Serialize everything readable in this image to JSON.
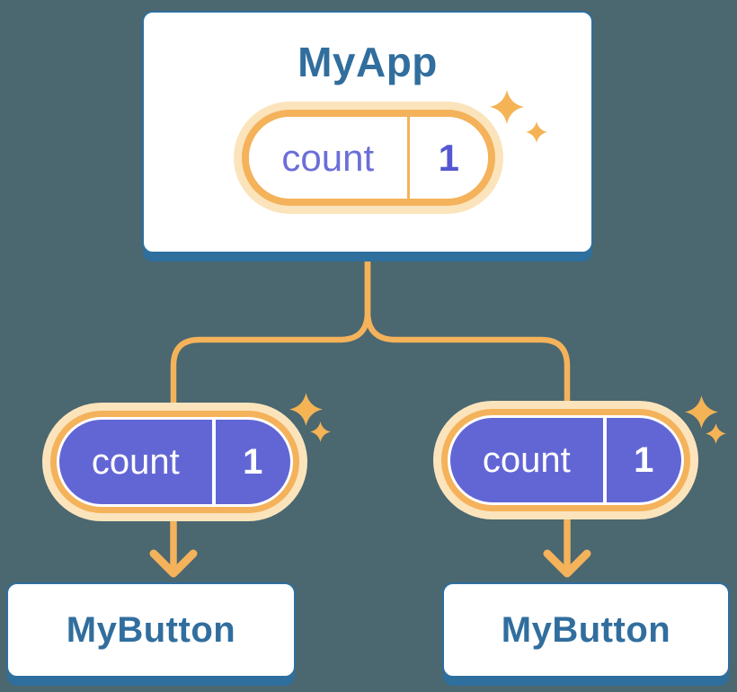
{
  "diagram": {
    "description": "React component tree: parent state passed down as props",
    "root": {
      "title": "MyApp",
      "state": {
        "name": "count",
        "value": "1"
      }
    },
    "children": [
      {
        "title": "MyButton",
        "prop": {
          "name": "count",
          "value": "1"
        }
      },
      {
        "title": "MyButton",
        "prop": {
          "name": "count",
          "value": "1"
        }
      }
    ]
  },
  "colors": {
    "background": "#4B6770",
    "card_border_blue": "#2E6F9E",
    "title_text_blue": "#316E9E",
    "connector_orange": "#F4B25B",
    "pill_halo_cream": "#FBE4BC",
    "pill_fill_purple": "#6266D5",
    "state_label_purple": "#6B6FD8",
    "state_value_purple": "#5557D2",
    "sparkle_orange": "#F4B455",
    "card_fill_white": "#FFFFFF"
  }
}
